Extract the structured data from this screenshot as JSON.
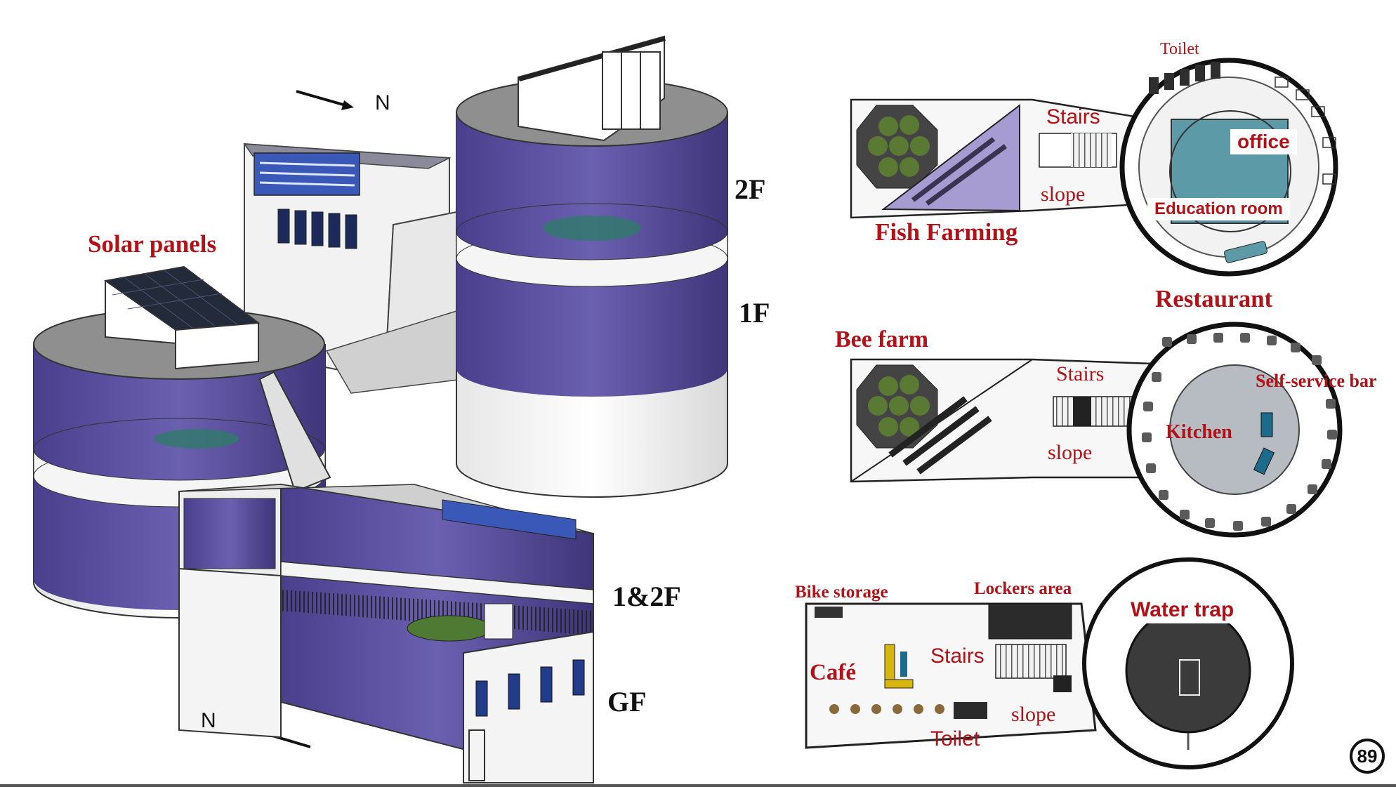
{
  "colors": {
    "label_red": "#b01218",
    "glass_purple": "#5a4fa0",
    "wall_white": "#f4f4f4",
    "dark_grey": "#3a3a3a",
    "planter_green": "#4f7a34"
  },
  "isometric": {
    "compass_top": "N",
    "compass_bottom": "N",
    "solar_panels": "Solar panels",
    "floor_2f": "2F",
    "floor_1f": "1F",
    "floor_12f": "1&2F",
    "floor_gf": "GF"
  },
  "plan_2f": {
    "toilet": "Toilet",
    "stairs": "Stairs",
    "office": "office",
    "slope": "slope",
    "education_room": "Education room",
    "fish_farming": "Fish Farming"
  },
  "plan_1f": {
    "restaurant": "Restaurant",
    "bee_farm": "Bee farm",
    "stairs": "Stairs",
    "self_service_bar": "Self-service bar",
    "kitchen": "Kitchen",
    "slope": "slope"
  },
  "plan_gf": {
    "bike_storage": "Bike  storage",
    "lockers_area": "Lockers area",
    "water_trap": "Water trap",
    "stairs": "Stairs",
    "cafe": "Café",
    "slope": "slope",
    "toilet": "Toilet"
  },
  "page_number": "89"
}
